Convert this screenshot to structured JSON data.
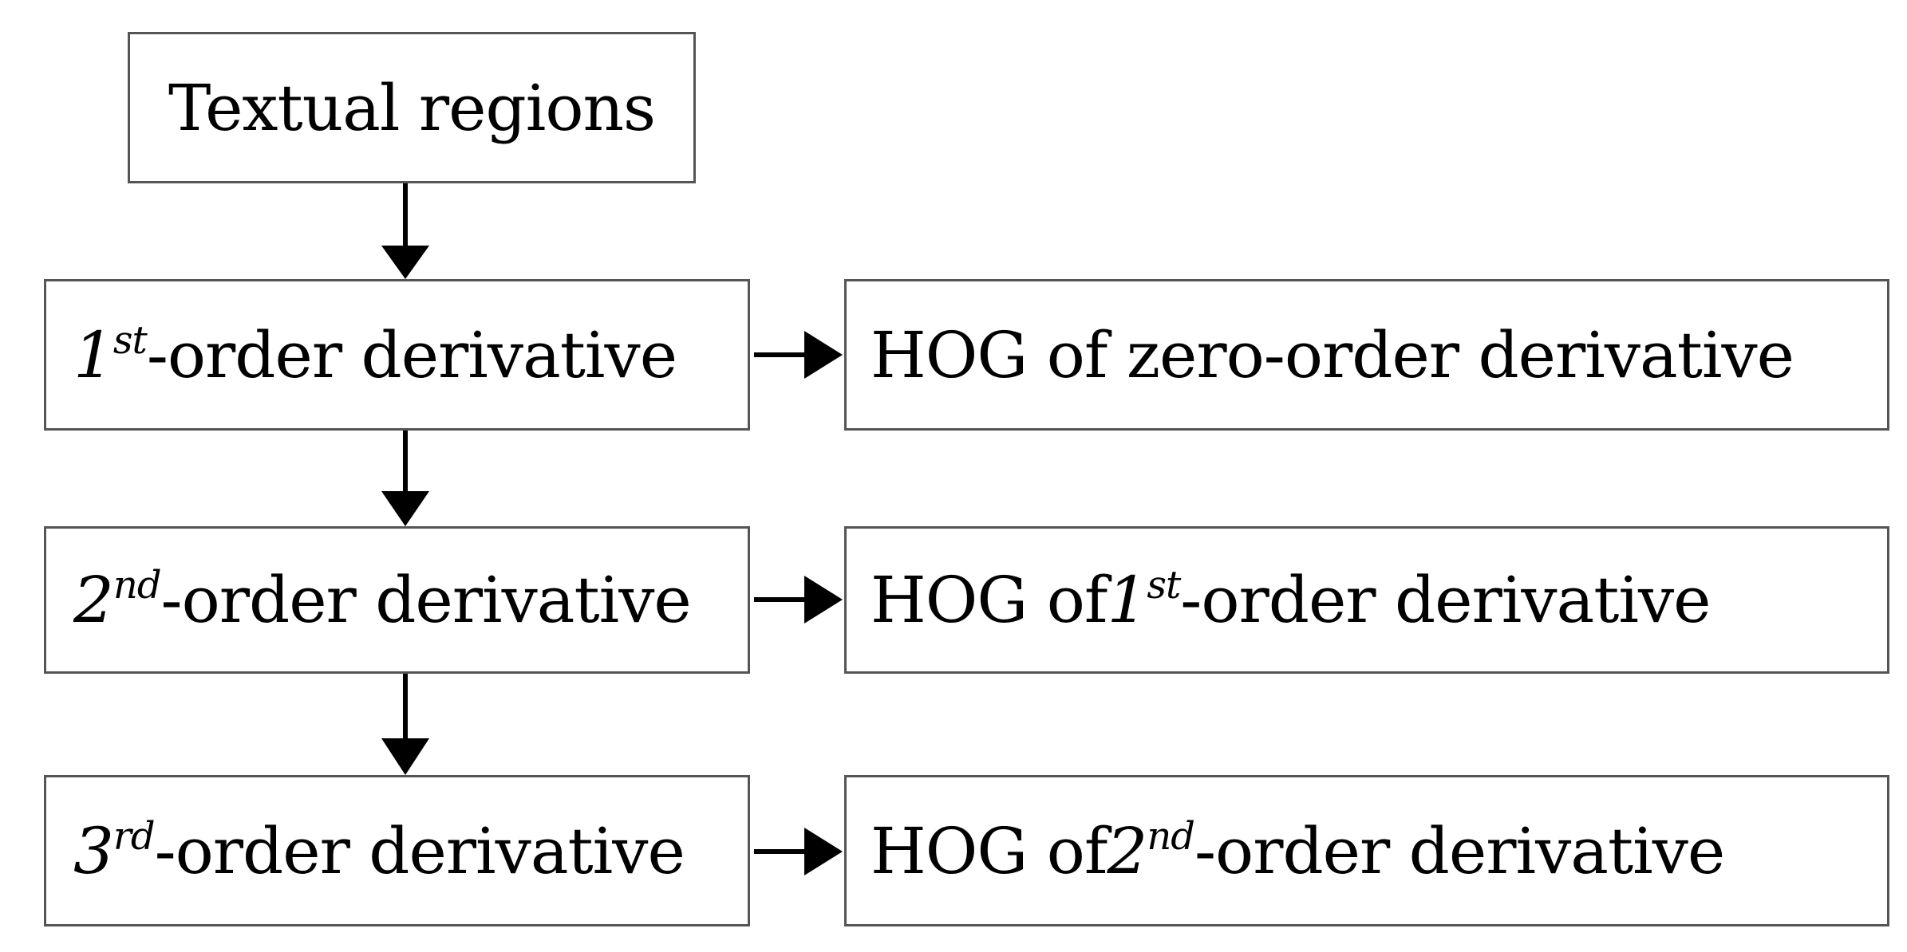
{
  "diagram": {
    "top": "Textual regions",
    "rows": [
      {
        "left": {
          "num": "1",
          "sup": "st",
          "rest": "-order derivative"
        },
        "right": {
          "prefix": "HOG of zero-order derivative",
          "num": "",
          "sup": "",
          "rest": ""
        }
      },
      {
        "left": {
          "num": "2",
          "sup": "nd",
          "rest": "-order derivative"
        },
        "right": {
          "prefix": "HOG of ",
          "num": "1",
          "sup": "st",
          "rest": "-order derivative"
        }
      },
      {
        "left": {
          "num": "3",
          "sup": "rd",
          "rest": "-order derivative"
        },
        "right": {
          "prefix": "HOG of ",
          "num": "2",
          "sup": "nd",
          "rest": "-order derivative"
        }
      }
    ]
  }
}
